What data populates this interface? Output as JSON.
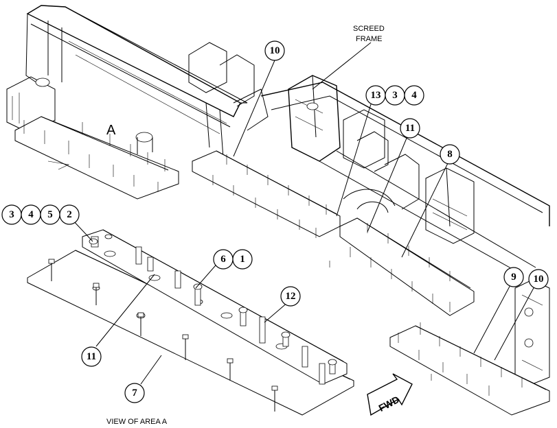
{
  "labels": {
    "screed_frame_line1": "SCREED",
    "screed_frame_line2": "FRAME",
    "area_letter": "A",
    "view_caption": "VIEW OF AREA A",
    "fwd": "FWD"
  },
  "callouts": {
    "c_10_top": "10",
    "c_13": "13",
    "c_3_top": "3",
    "c_4_top": "4",
    "c_11_right": "11",
    "c_8": "8",
    "c_3_left": "3",
    "c_4_left": "4",
    "c_5_left": "5",
    "c_2_left": "2",
    "c_6": "6",
    "c_1": "1",
    "c_12": "12",
    "c_11_left": "11",
    "c_7": "7",
    "c_9": "9",
    "c_10_bottom": "10"
  }
}
